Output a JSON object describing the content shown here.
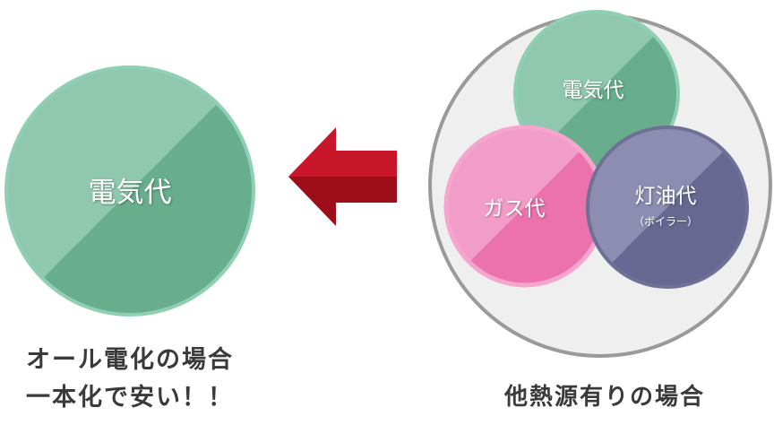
{
  "left": {
    "circle_label": "電気代",
    "caption_line1": "オール電化の場合",
    "caption_line2": "一本化で安い！！"
  },
  "right": {
    "electric_label": "電気代",
    "gas_label": "ガス代",
    "kerosene_label": "灯油代",
    "kerosene_sublabel": "（ボイラー）",
    "caption": "他熱源有りの場合"
  },
  "colors": {
    "green_light": "#8fc8ae",
    "green_dark": "#68ad8e",
    "green_stroke": "#8fcfb3",
    "pink_light": "#f29cc8",
    "pink_dark": "#ec72ae",
    "pink_stroke": "#f4a6cd",
    "purple_light": "#8c8db0",
    "purple_dark": "#676891",
    "purple_stroke": "#6f7095",
    "arrow_red": "#b5101e",
    "arrow_red_dark": "#8f0c17",
    "outer_ring": "#9a9a9a"
  }
}
